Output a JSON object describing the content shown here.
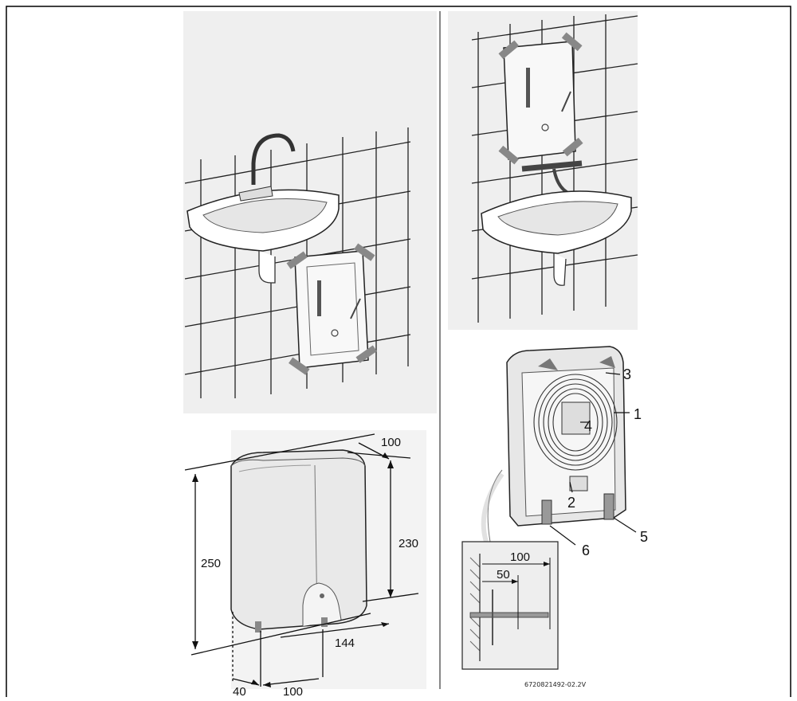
{
  "dimensions": {
    "depth_top": "100",
    "height_total": "250",
    "height_body": "230",
    "width": "144",
    "offset_left": "40",
    "spacing_bottom": "100"
  },
  "callouts": {
    "c1": "1",
    "c2": "2",
    "c3": "3",
    "c4": "4",
    "c5": "5",
    "c6": "6"
  },
  "detail": {
    "outer": "100",
    "inner": "50"
  },
  "doc_code": "6720821492-02.2V"
}
